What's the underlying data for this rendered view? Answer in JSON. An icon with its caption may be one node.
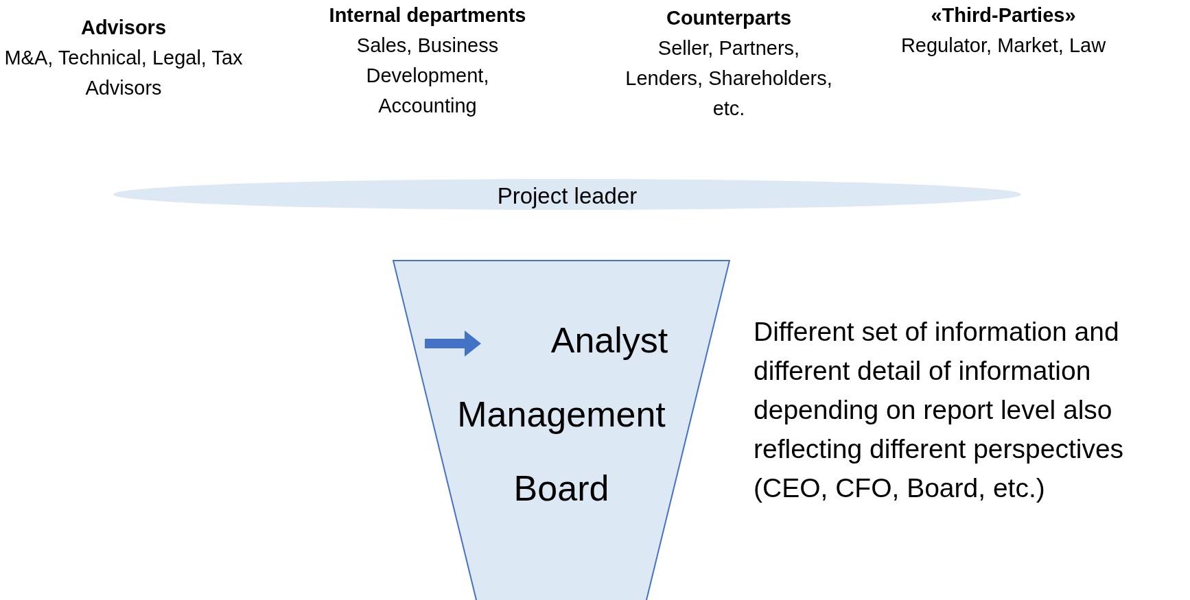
{
  "diagram": {
    "nodes": [
      {
        "text": [
          "Project leader"
        ]
      },
      {
        "text": [
          "Analyst",
          "Management",
          "Board"
        ]
      }
    ],
    "labels": [
      "Advisors",
      "M&A, Technical, Legal, Tax Advisors",
      "Internal departments",
      "Sales, Business Development, Accounting",
      "Counterparts",
      "Seller, Partners, Lenders, Shareholders, etc.",
      "«Third-Parties»",
      "Regulator, Market, Law",
      "Different set of information and different detail of information depending on report level also reflecting different perspectives (CEO, CFO, Board, etc.)"
    ]
  }
}
